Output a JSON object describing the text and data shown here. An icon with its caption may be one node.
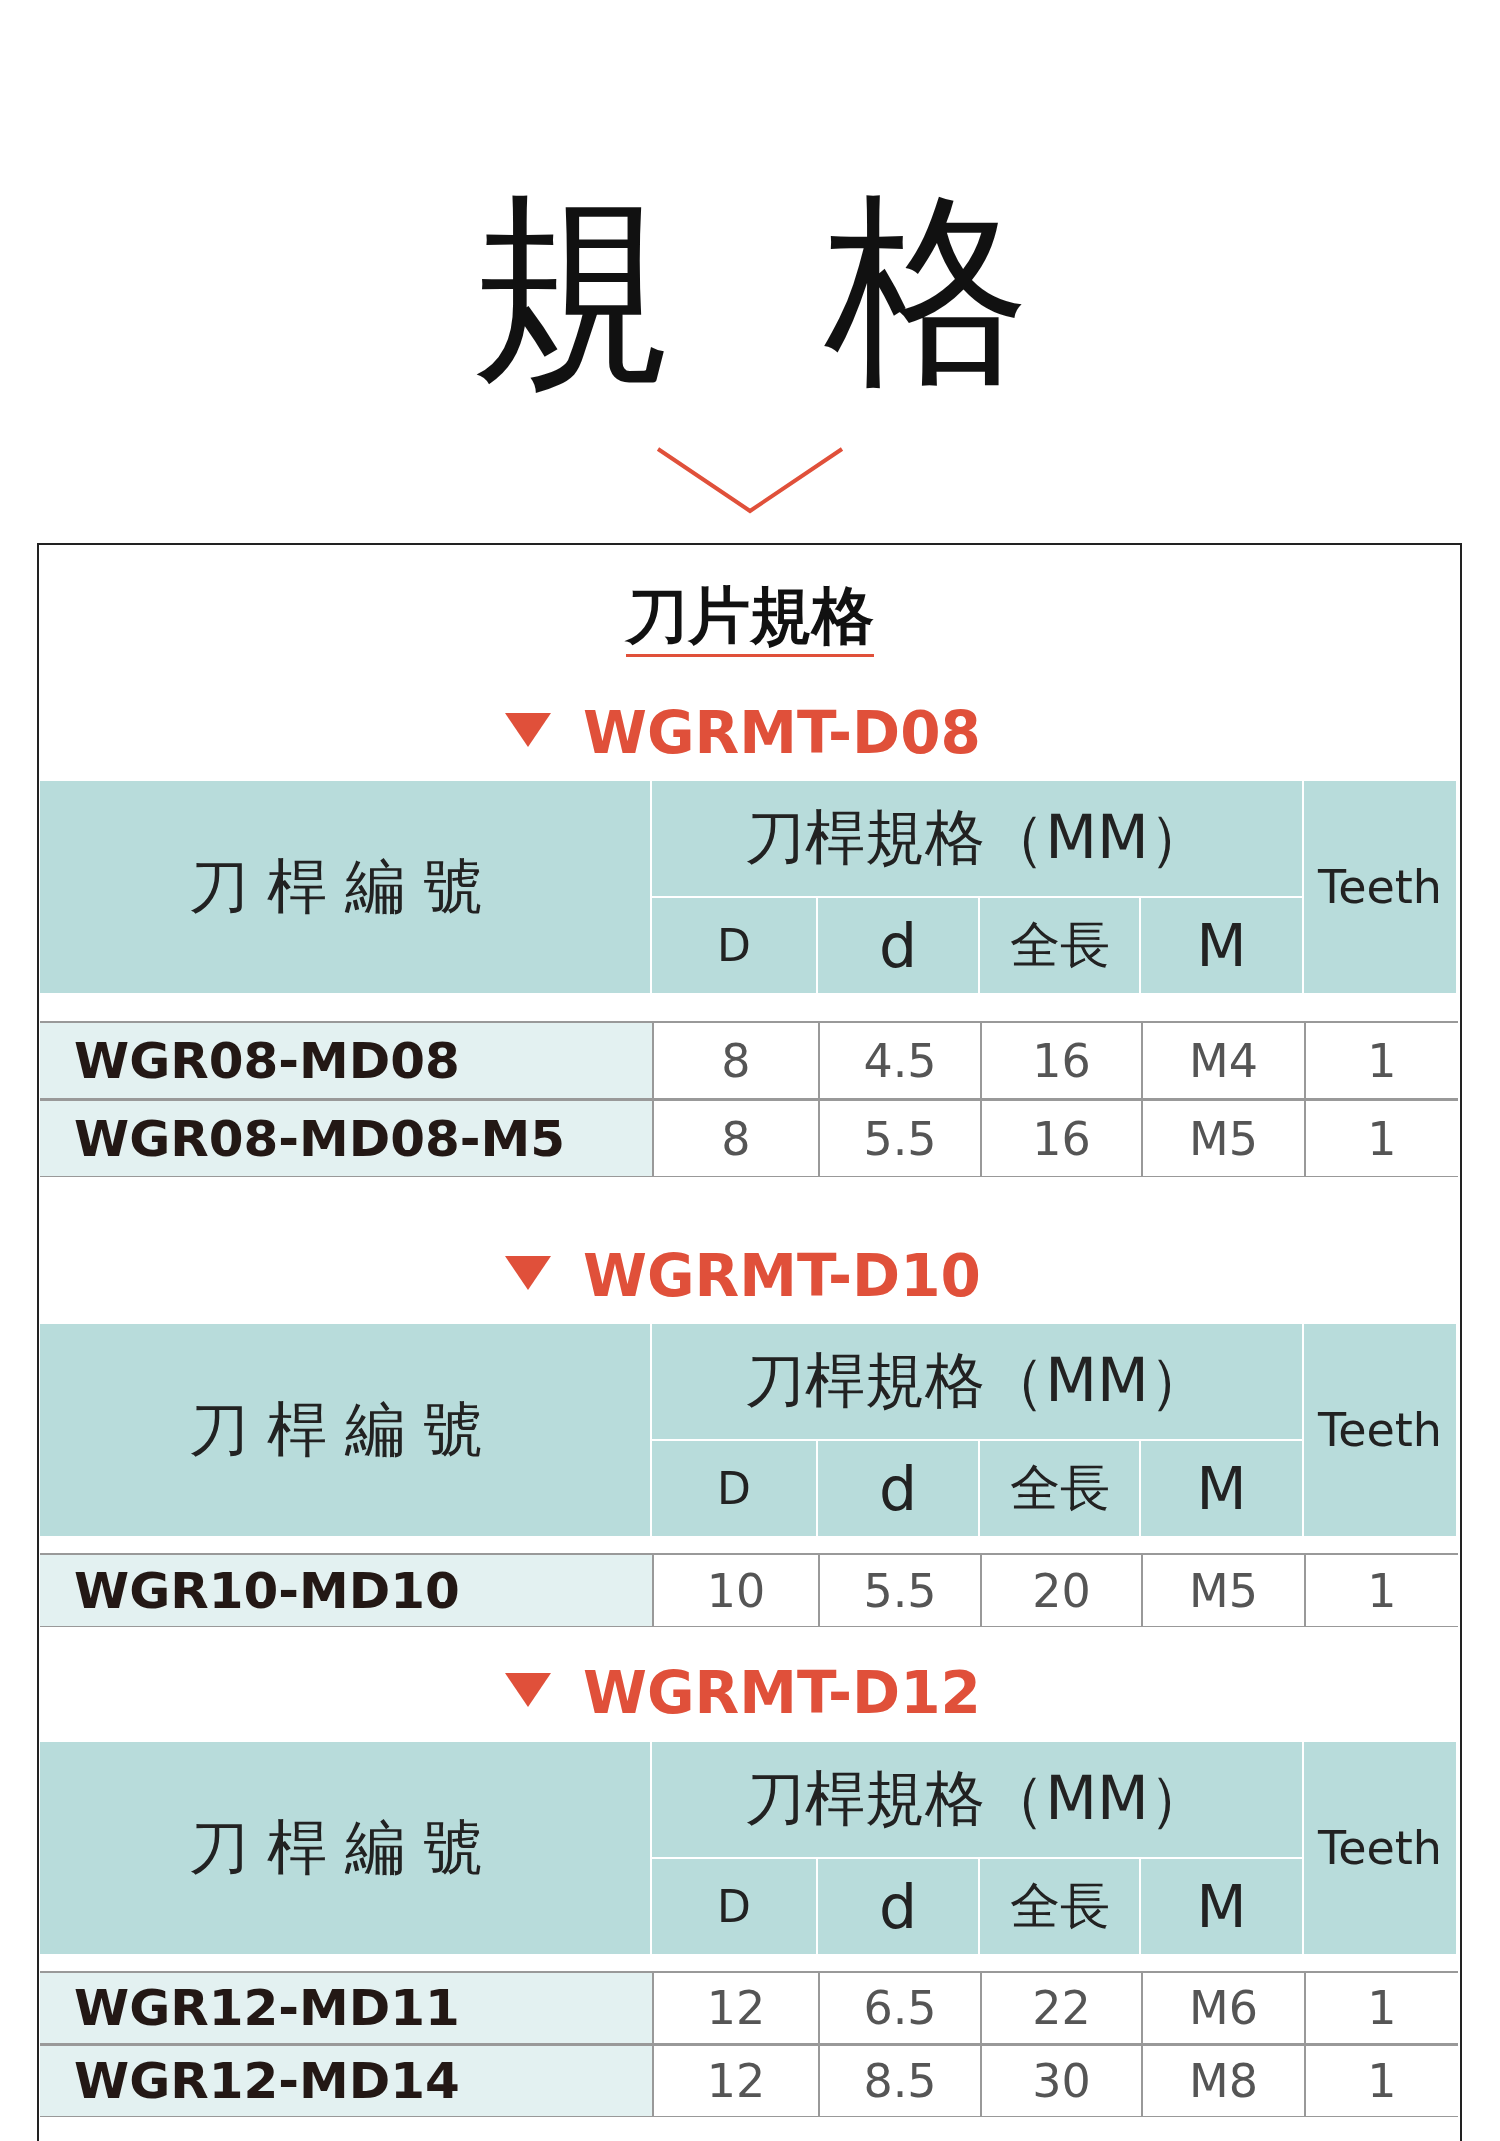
{
  "diagram": {
    "title": "規格",
    "labels": [
      "刀片規格",
      "WGRMT-D08",
      "刀桿編號",
      "刀桿規格（MM）",
      "Teeth",
      "D",
      "d",
      "全長",
      "M",
      "WGR08-MD08",
      "8",
      "4.5",
      "16",
      "M4",
      "1",
      "WGR08-MD08-M5",
      "8",
      "5.5",
      "16",
      "M5",
      "1",
      "WGRMT-D10",
      "刀桿編號",
      "刀桿規格（MM）",
      "Teeth",
      "D",
      "d",
      "全長",
      "M",
      "WGR10-MD10",
      "10",
      "5.5",
      "20",
      "M5",
      "1",
      "WGRMT-D12",
      "刀桿編號",
      "刀桿規格（MM）",
      "Teeth",
      "D",
      "d",
      "全長",
      "M",
      "WGR12-MD11",
      "12",
      "6.5",
      "22",
      "M6",
      "1",
      "WGR12-MD14",
      "12",
      "8.5",
      "30",
      "M8",
      "1"
    ]
  }
}
